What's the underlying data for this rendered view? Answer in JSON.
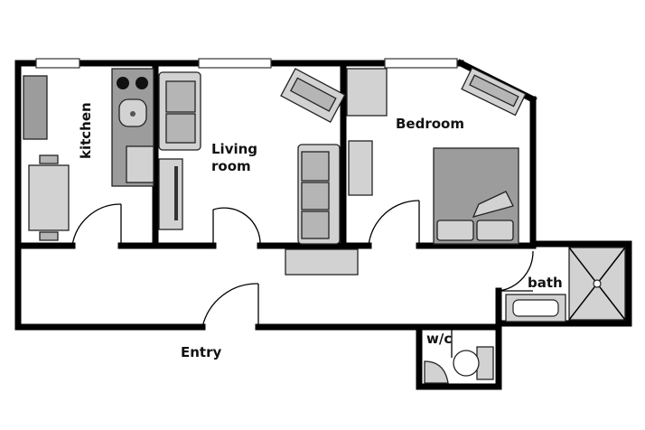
{
  "rooms": {
    "kitchen": "kitchen",
    "living_line1": "Living",
    "living_line2": "room",
    "bedroom": "Bedroom",
    "bath": "bath",
    "wc": "w/c",
    "entry": "Entry"
  }
}
